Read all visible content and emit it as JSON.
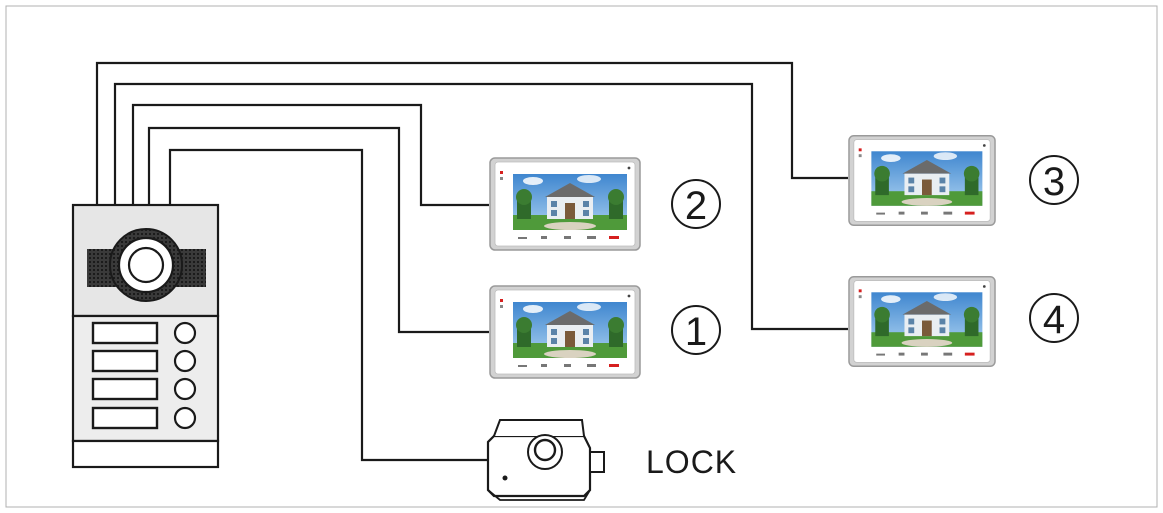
{
  "monitors": [
    {
      "number": "2"
    },
    {
      "number": "1"
    },
    {
      "number": "3"
    },
    {
      "number": "4"
    }
  ],
  "lock": {
    "label": "LOCK"
  },
  "colors": {
    "line": "#1a1a1a",
    "panel_top": "#e6e6e6",
    "panel_bottom": "#ededed",
    "monitor_frame": "#c9c9c9",
    "sky": "#6fa9de",
    "house": "#e9eef2",
    "grass": "#4f9a3a",
    "accent_red": "#d6201f"
  }
}
